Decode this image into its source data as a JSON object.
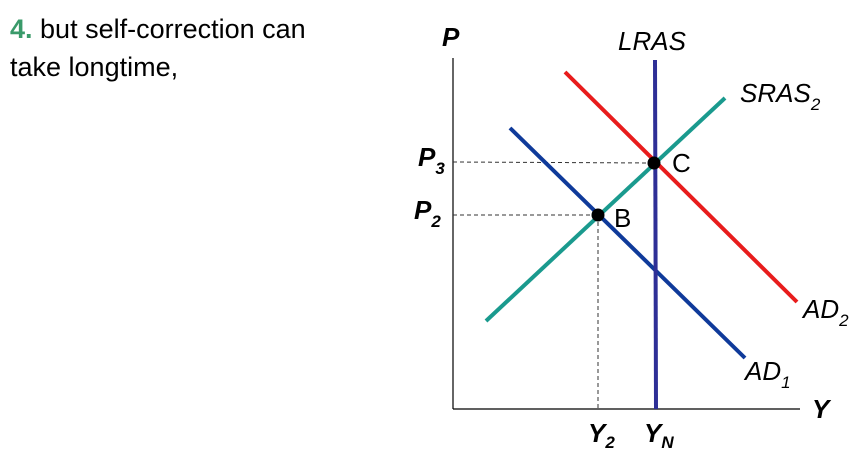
{
  "caption": {
    "number": "4.",
    "line1": " but self-correction can",
    "line2": "take longtime,"
  },
  "axes": {
    "y_label": "P",
    "x_label": "Y"
  },
  "curves": {
    "lras": "LRAS",
    "sras": {
      "base": "SRAS",
      "sub": "2"
    },
    "ad1": {
      "base": "AD",
      "sub": "1"
    },
    "ad2": {
      "base": "AD",
      "sub": "2"
    }
  },
  "prices": {
    "p3": {
      "base": "P",
      "sub": "3"
    },
    "p2": {
      "base": "P",
      "sub": "2"
    }
  },
  "outputs": {
    "y2": {
      "base": "Y",
      "sub": "2"
    },
    "yn": {
      "base": "Y",
      "sub": "N"
    }
  },
  "points": {
    "b": "B",
    "c": "C"
  },
  "colors": {
    "lras": "#2e2f96",
    "sras": "#1a9a8e",
    "ad1": "#0f3a9a",
    "ad2": "#e81c1c",
    "caption_number": "#3a9a6a"
  }
}
